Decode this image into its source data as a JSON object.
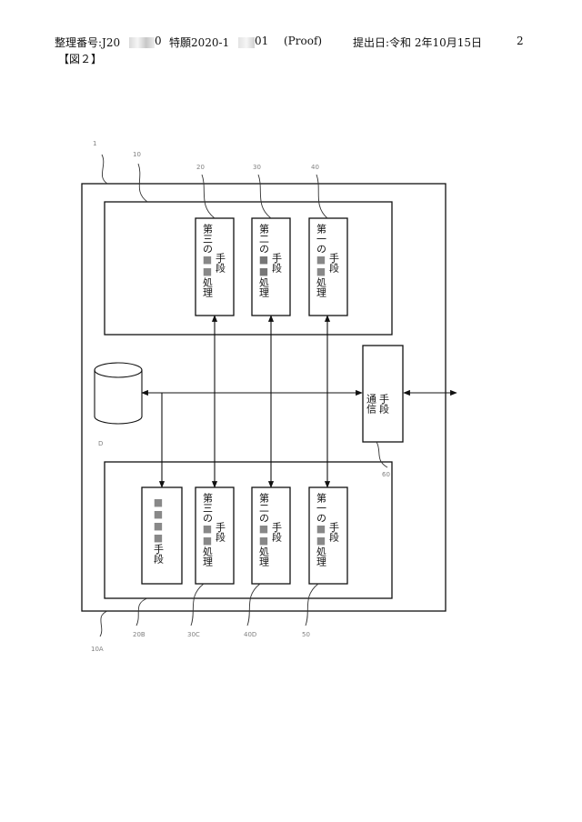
{
  "header": {
    "doc_number": "整理番号:J20",
    "doc_number_tail": "0",
    "application": "特願2020-1",
    "application_tail": "01",
    "proof": "(Proof)",
    "filing_date": "提出日:令和 2年10月15日",
    "page": "2"
  },
  "figure_label": "【図２】",
  "diagram": {
    "upper_group": [
      {
        "line1": "第三の",
        "line1_tail": "処理",
        "line2": "手段"
      },
      {
        "line1": "第二の",
        "line1_tail": "処理",
        "line2": "手段"
      },
      {
        "line1": "第一の",
        "line1_tail": "処理",
        "line2": "手段"
      }
    ],
    "lower_group": [
      {
        "line1": "",
        "line1_tail": "手段",
        "line2": ""
      },
      {
        "line1": "第三の",
        "line1_tail": "処理",
        "line2": "手段"
      },
      {
        "line1": "第二の",
        "line1_tail": "処理",
        "line2": "手段"
      },
      {
        "line1": "第一の",
        "line1_tail": "処理",
        "line2": "手段"
      }
    ],
    "communication": {
      "line1": "通信",
      "line2": "手段"
    },
    "database_ref": "D",
    "reference_marks": [
      "1",
      "10",
      "20",
      "30",
      "40",
      "10A",
      "20B",
      "30C",
      "40D",
      "50",
      "60"
    ]
  }
}
